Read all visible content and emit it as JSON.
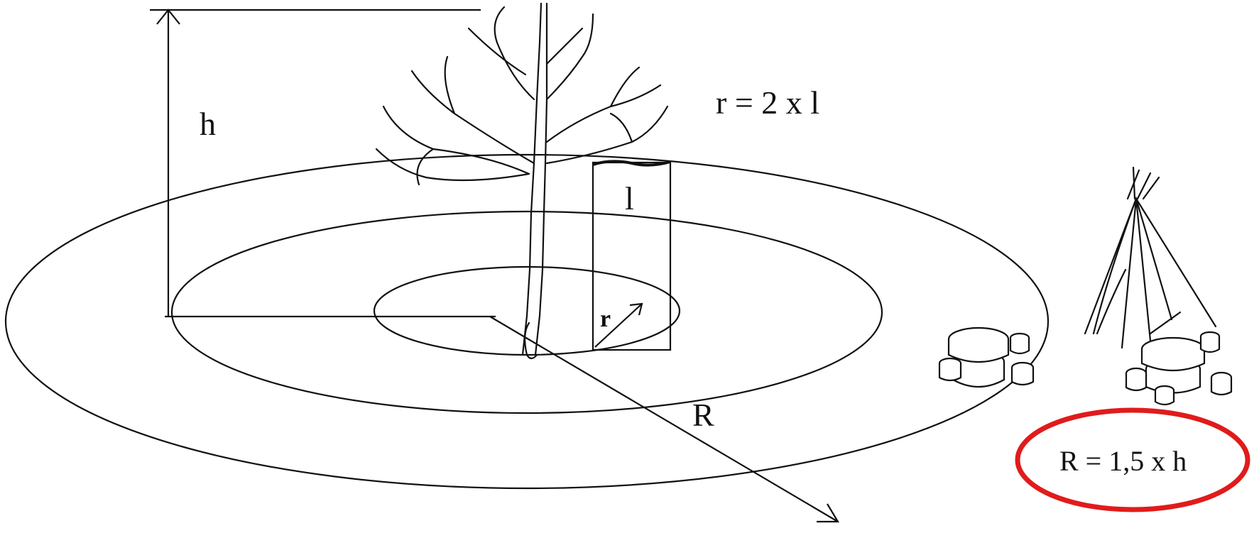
{
  "labels": {
    "height": "h",
    "r_formula": "r = 2 x l",
    "l": "l",
    "small_radius": "r",
    "big_radius": "R",
    "R_formula": "R = 1,5 x h"
  },
  "colors": {
    "line": "#111111",
    "highlight": "#e11b1b",
    "background": "#ffffff"
  },
  "icons": [
    "tree-icon",
    "picnic-table-icon",
    "tipi-tent-icon"
  ]
}
